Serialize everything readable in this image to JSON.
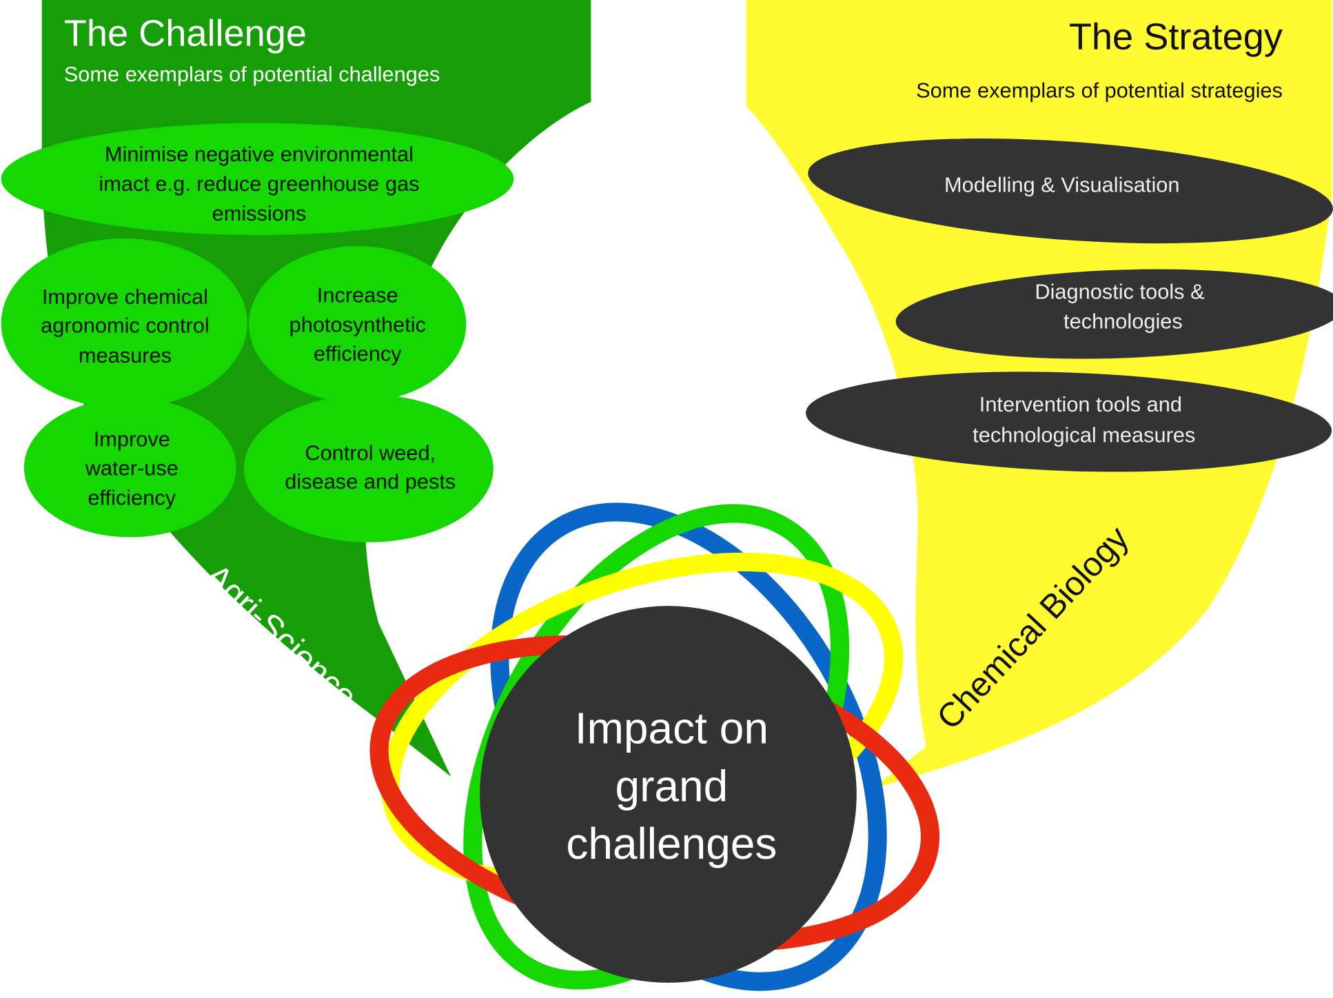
{
  "colors": {
    "challenge_panel": "#169e06",
    "challenge_bubble": "#14d800",
    "strategy_panel": "#fffb30",
    "strategy_bubble": "#333333",
    "hub": "#333333",
    "ring_blue": "#0a67c8",
    "ring_green": "#14d800",
    "ring_yellow": "#ffff00",
    "ring_red": "#e82a10"
  },
  "challenge": {
    "title": "The Challenge",
    "subtitle": "Some exemplars of potential challenges",
    "field_label": "Agri-Science",
    "items": [
      {
        "lines": [
          "Minimise negative environmental",
          "imact e.g. reduce greenhouse gas",
          "emissions"
        ]
      },
      {
        "lines": [
          "Improve chemical",
          "agronomic control",
          "measures"
        ]
      },
      {
        "lines": [
          "Increase",
          "photosynthetic",
          "efficiency"
        ]
      },
      {
        "lines": [
          "Improve",
          "water-use",
          "efficiency"
        ]
      },
      {
        "lines": [
          "Control weed,",
          "disease and pests"
        ]
      }
    ]
  },
  "strategy": {
    "title": "The Strategy",
    "subtitle": "Some exemplars of potential strategies",
    "field_label": "Chemical Biology",
    "items": [
      {
        "lines": [
          "Modelling & Visualisation"
        ]
      },
      {
        "lines": [
          "Diagnostic tools &",
          "technologies"
        ]
      },
      {
        "lines": [
          "Intervention tools and",
          "technological measures"
        ]
      }
    ]
  },
  "hub": {
    "lines": [
      "Impact on",
      "grand",
      "challenges"
    ]
  }
}
